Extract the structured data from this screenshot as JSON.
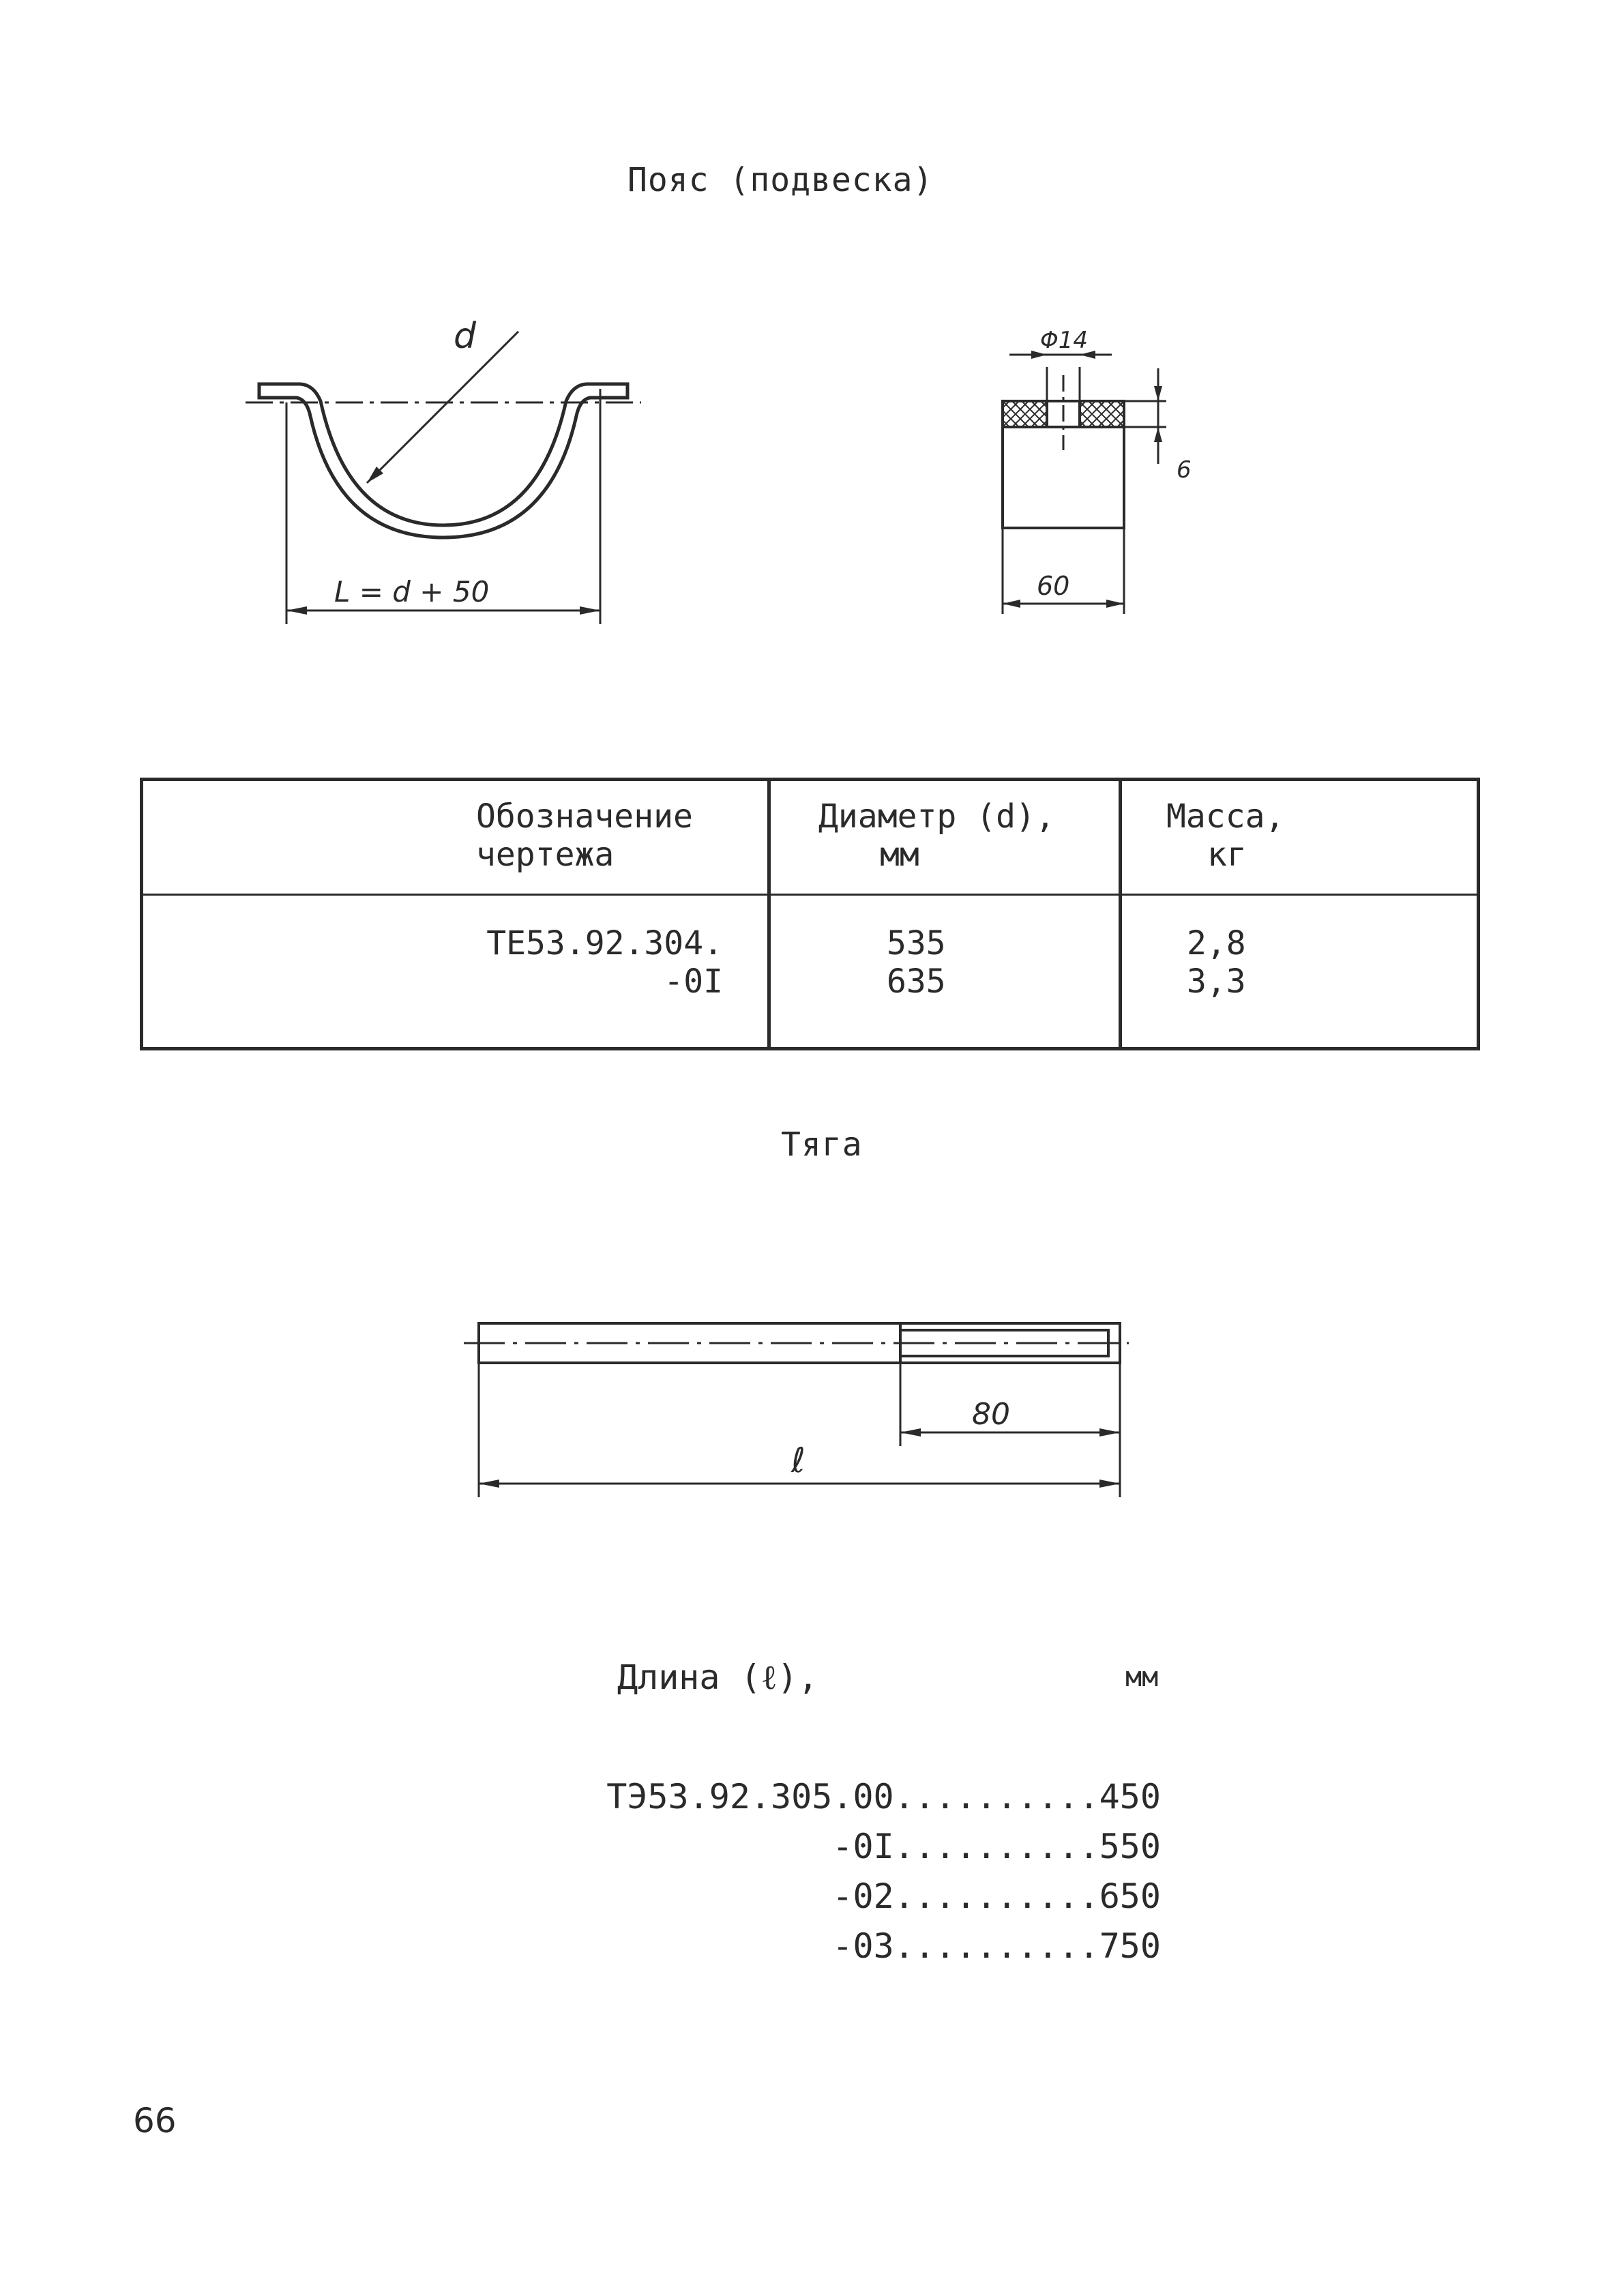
{
  "section1": {
    "title": "Пояс (подвеска)"
  },
  "drawing1": {
    "diameter_label": "d",
    "length_label": "L = d + 50",
    "hole_label": "Φ14",
    "thickness_label": "6",
    "width_label": "60"
  },
  "table": {
    "headers": [
      {
        "line1": "Обозначение",
        "line2": "чертежа"
      },
      {
        "line1": "Диаметр (d),",
        "line2": "мм"
      },
      {
        "line1": "Масса,",
        "line2": "кг"
      }
    ],
    "rows": [
      {
        "designation": "ТЕ53.92.304.",
        "diameter": "535",
        "mass": "2,8"
      },
      {
        "designation": "-0I",
        "diameter": "635",
        "mass": "3,3"
      }
    ]
  },
  "section2": {
    "title": "Тяга"
  },
  "drawing2": {
    "thread_label": "80",
    "length_label": "ℓ"
  },
  "length_list": {
    "header": "Длина (ℓ),",
    "unit": "мм",
    "items": [
      "ТЭ53.92.305.00..........450",
      "-0I..........550",
      "-02..........650",
      "-03..........750"
    ]
  },
  "page_number": "66"
}
